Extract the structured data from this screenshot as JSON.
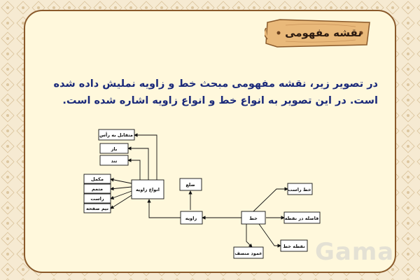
{
  "header": {
    "title": "نقشه مفهومی"
  },
  "body": {
    "paragraph": "در تصویر زیر، نقشه مفهومی مبحث خط و زاویه نملیش داده شده است. در این تصویر به انواع خط و انواع زاویه اشاره شده است."
  },
  "diagram": {
    "nodes": {
      "line": "خط",
      "angle": "زاویه",
      "side": "ضلع",
      "straight_line": "خط راست",
      "point_to_line_distance": "فاصله در نقطه",
      "point_line": "نقطه خط",
      "perpendicular_bisector": "عمود منصف",
      "angle_types": "انواع زاویه",
      "vertical_angle": "متقابل به رأس",
      "obtuse": "باز",
      "acute": "تند",
      "complementary": "مکمل",
      "adjacent": "متمم",
      "right": "راست",
      "half_page": "نیم صفحه"
    }
  },
  "watermark": "Gama",
  "colors": {
    "card_border": "#8a5a2b",
    "card_fill": "#fff8dc",
    "text_blue": "#1b2a7a",
    "sign_wood": "#e9b97a"
  }
}
